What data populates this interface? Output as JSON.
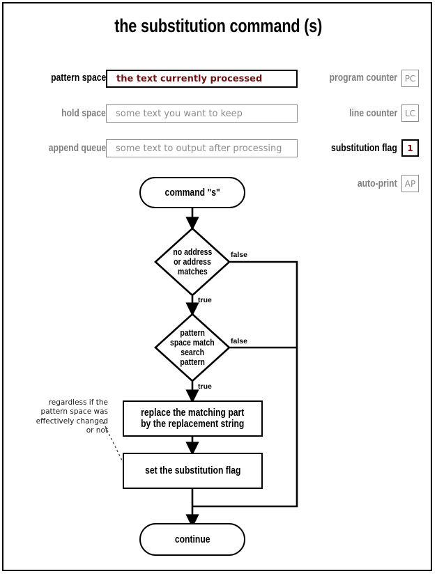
{
  "page": {
    "title": "the substitution command (s)",
    "border_color": "#000000",
    "background": "#ffffff",
    "accent_color": "#6e1111",
    "idle_color": "#8c8c8c"
  },
  "registers": [
    {
      "label": "pattern space",
      "value": "the text currently processed",
      "state": "active"
    },
    {
      "label": "hold space",
      "value": "some text you want to keep",
      "state": "idle"
    },
    {
      "label": "append queue",
      "value": "some text to output after processing",
      "state": "idle"
    }
  ],
  "counters": [
    {
      "label": "program counter",
      "value": "PC",
      "state": "idle"
    },
    {
      "label": "line counter",
      "value": "LC",
      "state": "idle"
    },
    {
      "label": "substitution flag",
      "value": "1",
      "state": "active"
    },
    {
      "label": "auto-print",
      "value": "AP",
      "state": "idle"
    }
  ],
  "flowchart": {
    "start": {
      "label": "command \"s\""
    },
    "decision1": {
      "line1": "no address",
      "line2": "or address",
      "line3": "matches"
    },
    "decision2": {
      "line1": "pattern",
      "line2": "space match",
      "line3": "search",
      "line4": "pattern"
    },
    "process1": {
      "line1": "replace the matching part",
      "line2": "by the replacement string"
    },
    "process2": {
      "label": "set the substitution flag"
    },
    "end": {
      "label": "continue"
    },
    "edges": {
      "d1_false": "false",
      "d1_true": "true",
      "d2_false": "false",
      "d2_true": "true"
    }
  },
  "annotation": {
    "line1": "regardless if the",
    "line2": "pattern space was",
    "line3": "effectively changed",
    "line4": "or not"
  }
}
